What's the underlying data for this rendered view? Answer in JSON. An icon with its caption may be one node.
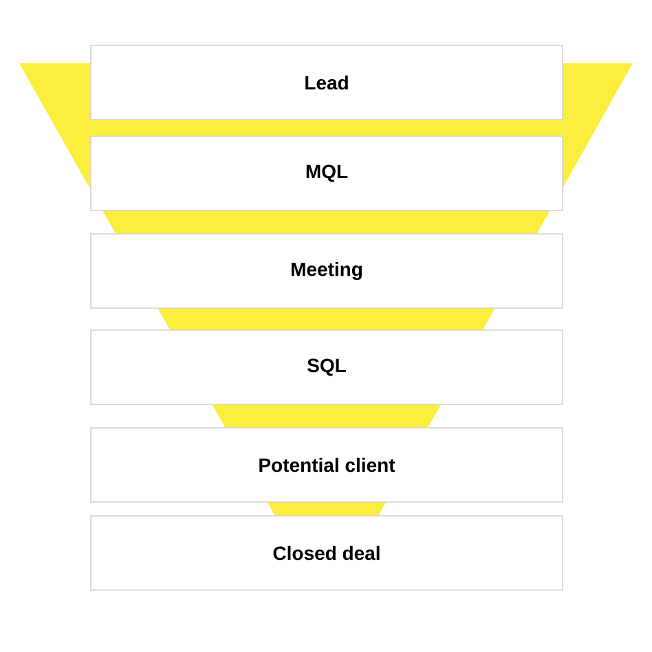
{
  "diagram": {
    "nodes": [
      {
        "text": [
          "Lead"
        ]
      },
      {
        "text": [
          "MQL"
        ]
      },
      {
        "text": [
          "Meeting"
        ]
      },
      {
        "text": [
          "SQL"
        ]
      },
      {
        "text": [
          "Potential client"
        ]
      },
      {
        "text": [
          "Closed deal"
        ]
      }
    ]
  }
}
